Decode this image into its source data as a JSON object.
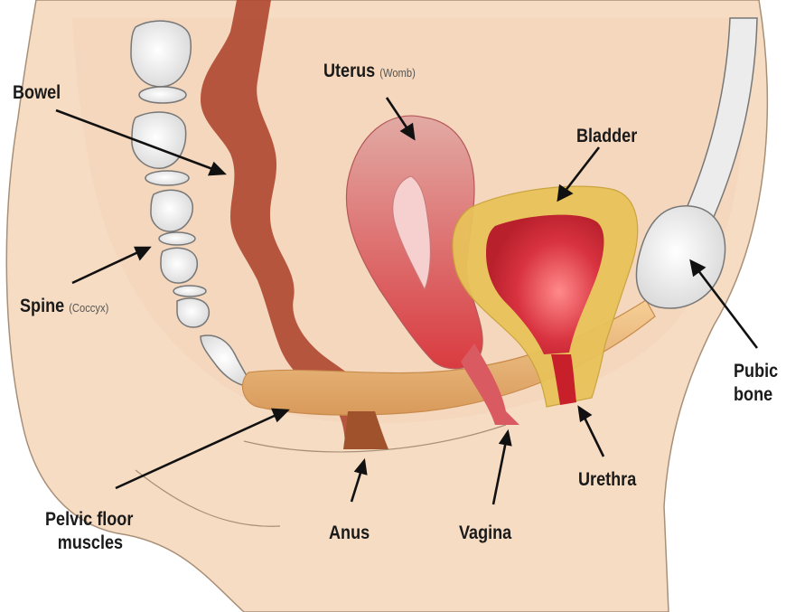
{
  "labels": {
    "bowel": "Bowel",
    "uterus": "Uterus",
    "uterus_note": "(Womb)",
    "bladder": "Bladder",
    "spine": "Spine",
    "spine_note": "(Coccyx)",
    "pubic_bone_line1": "Pubic",
    "pubic_bone_line2": "bone",
    "pelvic_floor_line1": "Pelvic floor",
    "pelvic_floor_line2": "muscles",
    "anus": "Anus",
    "vagina": "Vagina",
    "urethra": "Urethra"
  },
  "colors": {
    "skin": "#f6dcc3",
    "skin_outline": "#a88f78",
    "bowel": "#b04a33",
    "uterus": "#d9837c",
    "bladder_outer": "#e8c25a",
    "bladder_inner": "#d8323f",
    "pelvic_floor": "#e2a96a",
    "bone": "#ececec",
    "bone_outline": "#777777",
    "label_text": "#1a1a1a"
  }
}
